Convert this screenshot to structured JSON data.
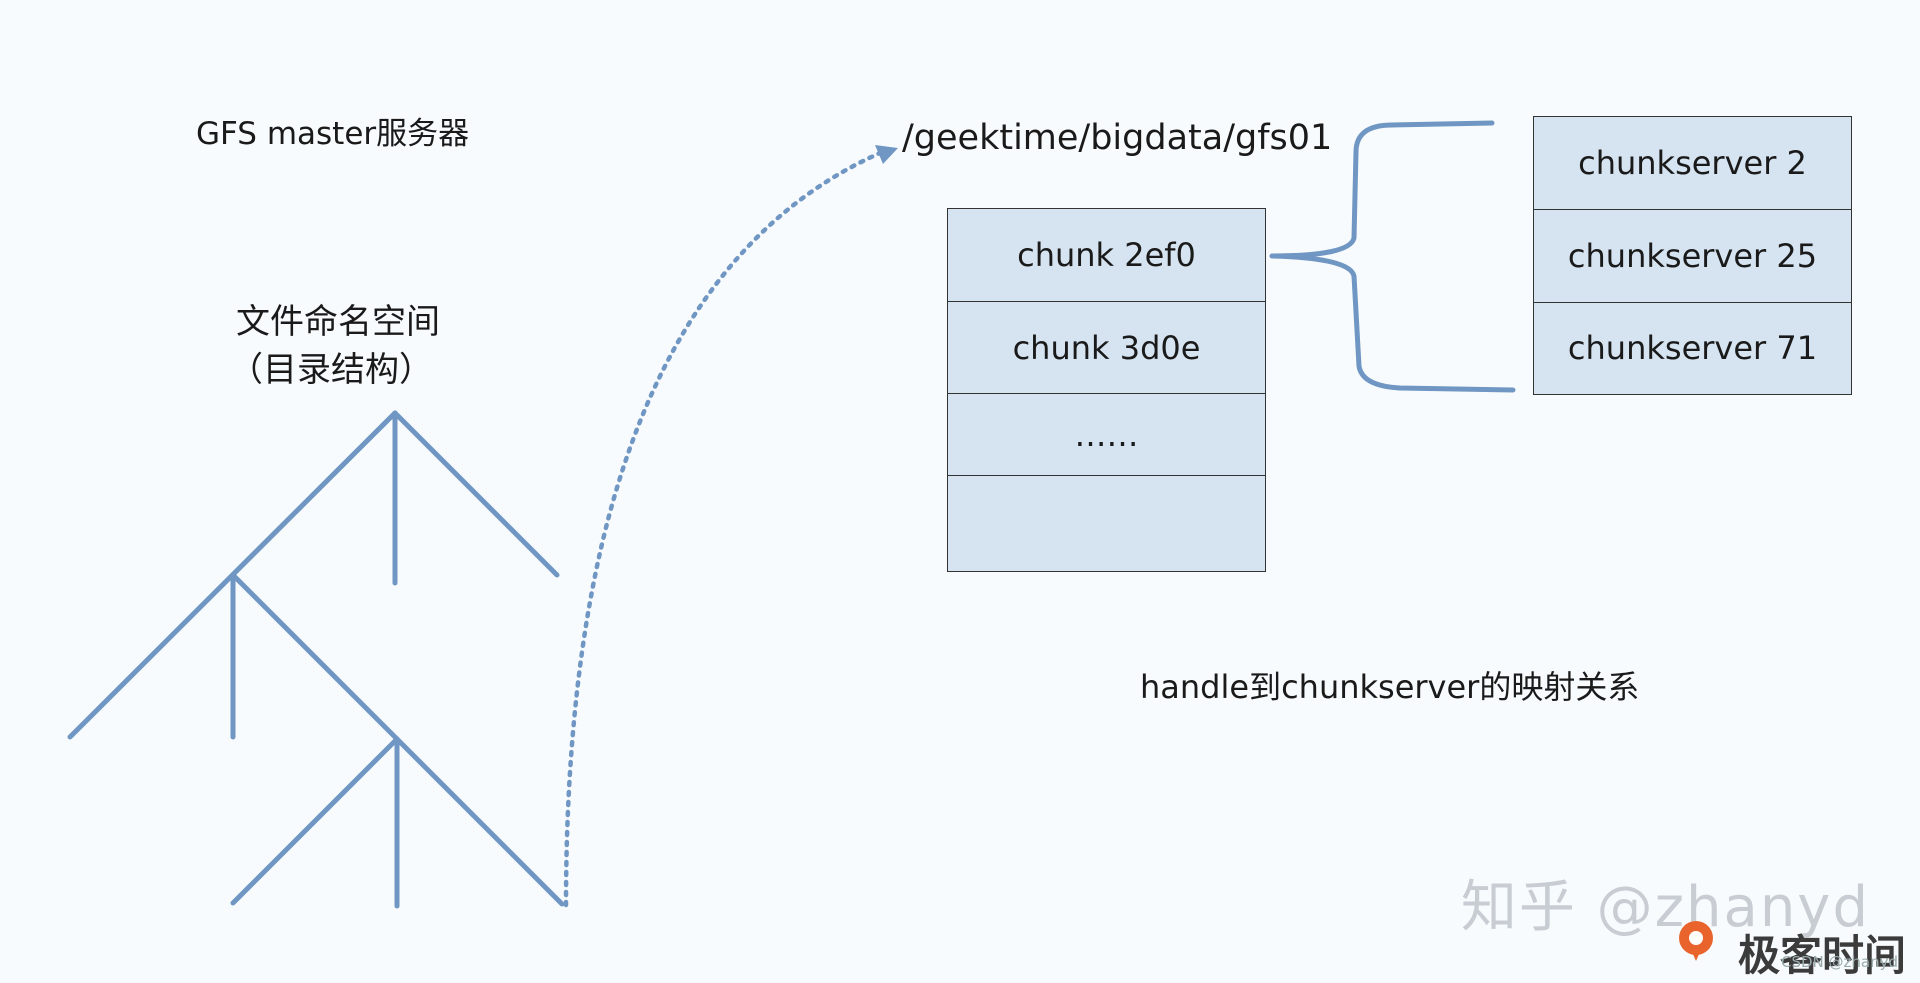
{
  "master": {
    "title": "GFS master服务器"
  },
  "namespace": {
    "line1": "文件命名空间",
    "line2": "（目录结构）"
  },
  "file": {
    "path": "/geektime/bigdata/gfs01"
  },
  "chunks": [
    "chunk 2ef0",
    "chunk 3d0e",
    "……",
    ""
  ],
  "chunkservers": [
    "chunkserver 2",
    "chunkserver 25",
    "chunkserver 71"
  ],
  "caption": "handle到chunkserver的映射关系",
  "watermarks": {
    "zhihu": "知乎 @zhanyd",
    "geek": "极客时间",
    "csdn": "CSDN @zhanyd"
  },
  "colors": {
    "line": "#7097c3",
    "cell_fill": "#d6e4f1",
    "background": "#f8fbfd",
    "logo": "#e8642c"
  }
}
